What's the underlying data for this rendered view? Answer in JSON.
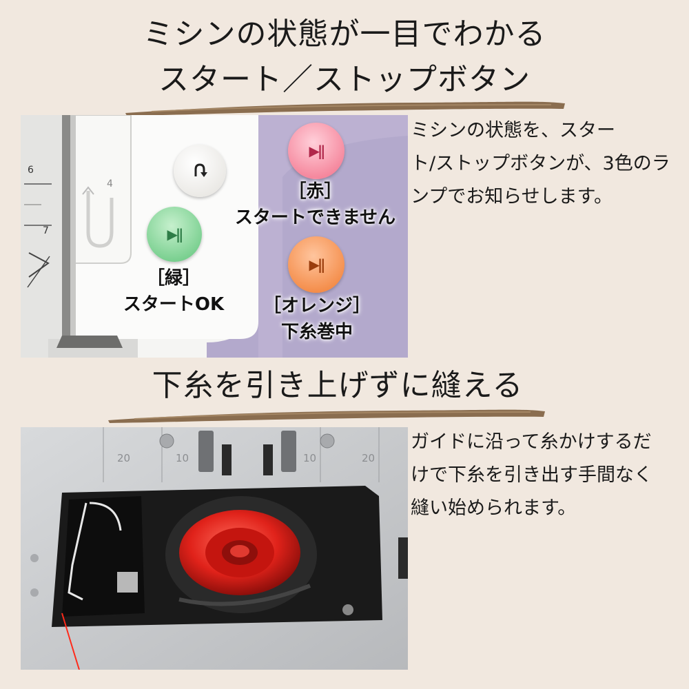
{
  "section1": {
    "title_line1": "ミシンの状態が一目でわかる",
    "title_line2": "スタート／ストップボタン",
    "description_lines": [
      "ミシンの状態を、スター",
      "ト/ストップボタンが、3色のラ",
      "ンプでお知らせします。"
    ],
    "panel": {
      "scale_marks": [
        "6",
        "7",
        "4"
      ],
      "buttons": {
        "reverse_icon": "u-turn-arrow-icon",
        "play_pause_glyph": "▶||"
      },
      "lamps": [
        {
          "bracket": "［緑］",
          "caption": "スタートOK",
          "color": "#5fc47a"
        },
        {
          "bracket": "［赤］",
          "caption": "スタートできません",
          "color": "#f26d87"
        },
        {
          "bracket": "［オレンジ］",
          "caption": "下糸巻中",
          "color": "#f07a2e"
        }
      ]
    }
  },
  "section2": {
    "title": "下糸を引き上げずに縫える",
    "description_lines": [
      "ガイドに沿って糸かけするだ",
      "けで下糸を引き出す手間なく",
      "縫い始められます。"
    ],
    "panel": {
      "scale_marks": [
        "20",
        "10",
        "10",
        "20"
      ]
    }
  },
  "colors": {
    "background": "#f1e8df",
    "brush_stroke": "#8a6d4f",
    "panel_lavender": "#b3a9cc",
    "bobbin_red": "#e0221a"
  }
}
